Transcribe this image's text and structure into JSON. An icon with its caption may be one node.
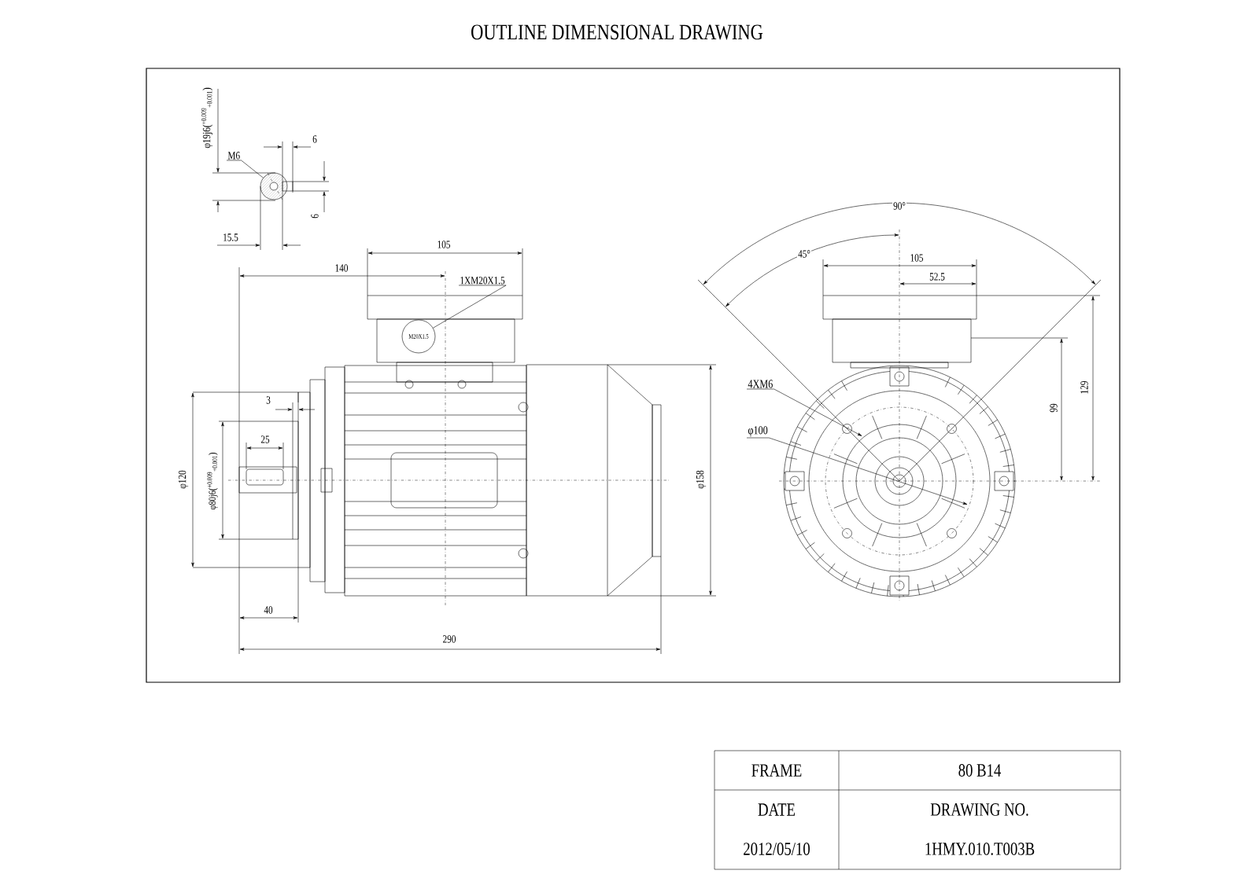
{
  "diagram": {
    "title": "OUTLINE DIMENSIONAL DRAWING",
    "nodes": [
      {
        "text": [
          "M6"
        ]
      },
      {
        "text": [
          "1XM20X1.5"
        ]
      },
      {
        "text": [
          "4XM6"
        ]
      },
      {
        "text": [
          "φ100"
        ]
      },
      {
        "text": [
          "M20X1.5"
        ]
      },
      {
        "text": [],
        "shape": "circle"
      }
    ],
    "edges": [
      {
        "from": 0,
        "to": 5,
        "arrow": "none"
      },
      {
        "from": 1,
        "to": 4,
        "arrow": "none"
      },
      {
        "from": 2,
        "to": null,
        "arrow": "to"
      },
      {
        "from": 3,
        "to": null,
        "arrow": "to"
      }
    ],
    "labels": [
      "φ19j6($^{+0.009}$$_{+0.001}$)",
      "6",
      "6",
      "15.5",
      "105",
      "140",
      "3",
      "25",
      "φ120",
      "φ80j6($^{+0.009}$$_{+0.001}$)",
      "φ158",
      "40",
      "290",
      "90°",
      "45°",
      "105",
      "52.5",
      "99",
      "129",
      "FRAME",
      "80 B14",
      "DATE",
      "DRAWING NO.",
      "2012/05/10",
      "1HMY.010.T003B"
    ]
  }
}
